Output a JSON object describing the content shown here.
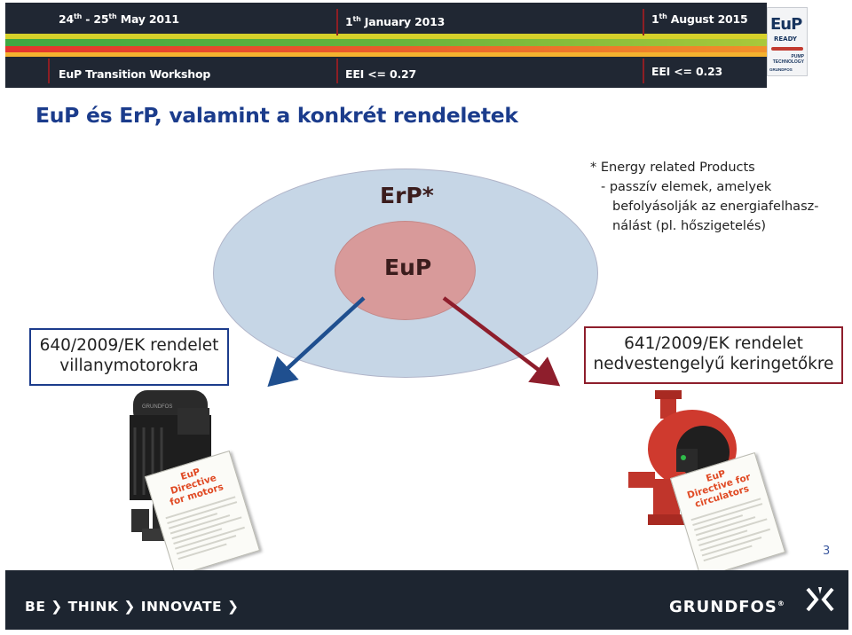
{
  "banner": {
    "event_dates": "24th - 25th May 2011",
    "event_dates_parts": {
      "d1": "24",
      "s1": "th",
      "mid": " - 25",
      "s2": "th",
      "end": " May 2011"
    },
    "workshop": "EuP Transition Workshop",
    "milestone1": {
      "day": "1",
      "sup": "th",
      "rest": " January 2013",
      "eei": "EEI <= 0.27"
    },
    "milestone2": {
      "day": "1",
      "sup": "th",
      "rest": " August 2015",
      "eei": "EEI <= 0.23"
    },
    "badge": {
      "title": "EuP",
      "subtitle": "READY",
      "line1": "PUMP",
      "line2": "TECHNOLOGY",
      "brand": "GRUNDFOS"
    },
    "colors": {
      "dark": "#202733",
      "yellow": "#d6d12a",
      "green": "#4aab3f",
      "red": "#e3342d",
      "orange": "#f4b22f"
    }
  },
  "title": "EuP és ErP, valamint a konkrét rendeletek",
  "diagram": {
    "outer_label": "ErP*",
    "inner_label": "EuP",
    "footnote": [
      "* Energy related Products",
      "- passzív elemek, amelyek",
      "befolyásolják az energiafelhasz-",
      "nálást (pl. hőszigetelés)"
    ],
    "left_regulation": [
      "640/2009/EK rendelet",
      "villanymotorokra"
    ],
    "right_regulation": [
      "641/2009/EK rendelet",
      "nedvestengelyű keringetőkre"
    ],
    "colors": {
      "outer": "#c6d6e6",
      "inner": "#d89a9a",
      "left_arrow": "#1f4f8f",
      "right_arrow": "#8e1e2c"
    }
  },
  "documents": {
    "left": [
      "EuP",
      "Directive",
      "for motors"
    ],
    "right": [
      "EuP",
      "Directive for",
      "circulators"
    ]
  },
  "page_number": "3",
  "footer": {
    "tagline": "BE ❯ THINK ❯ INNOVATE ❯",
    "brand": "GRUNDFOS",
    "brand_mark": "®"
  }
}
